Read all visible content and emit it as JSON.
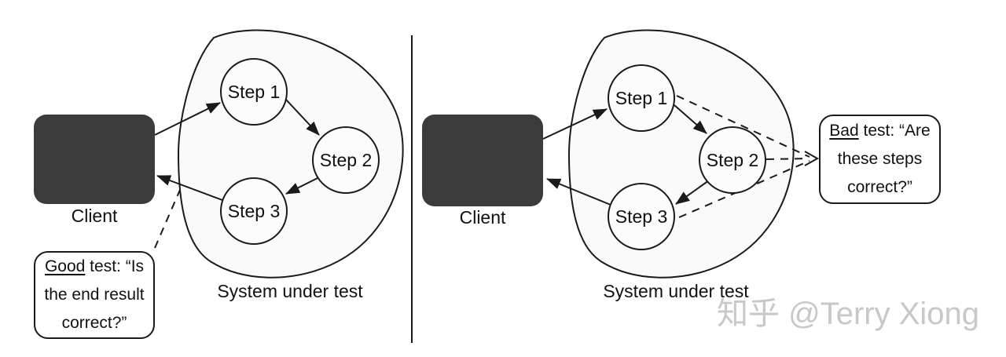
{
  "colors": {
    "client_fill": "#3b3b3b",
    "stroke": "#1a1a1a",
    "blob_fill": "#fafafa",
    "watermark_gray": "#c8c8c8"
  },
  "left_panel": {
    "client_label": "Client",
    "steps": [
      "Step 1",
      "Step 2",
      "Step 3"
    ],
    "system_label": "System under test",
    "callout": {
      "word": "Good",
      "rest": " test: “Is",
      "line2": "the end result",
      "line3": "correct?”"
    }
  },
  "right_panel": {
    "client_label": "Client",
    "steps": [
      "Step 1",
      "Step 2",
      "Step 3"
    ],
    "system_label": "System under test",
    "callout": {
      "word": "Bad",
      "rest": " test: “Are",
      "line2": "these steps",
      "line3": "correct?”"
    }
  },
  "watermark": "知乎 @Terry Xiong"
}
